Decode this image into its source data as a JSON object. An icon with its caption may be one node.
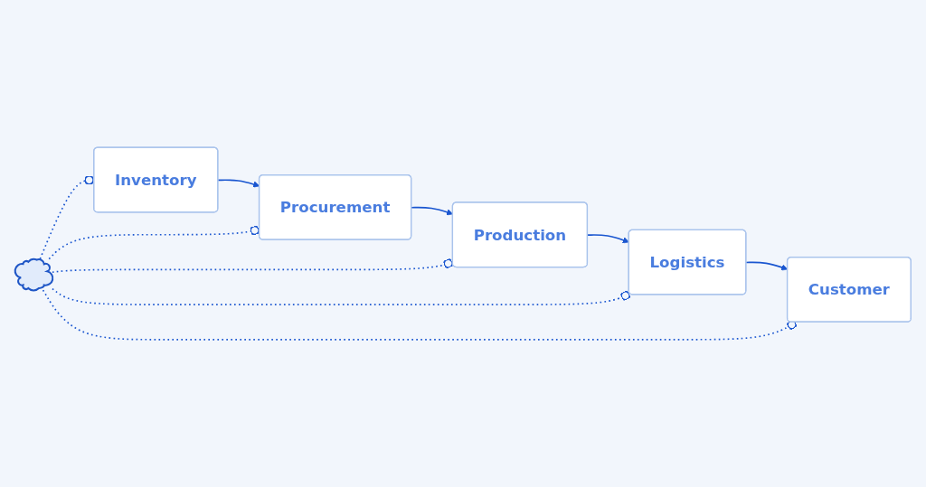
{
  "diagram": {
    "nodes": [
      {
        "text": [],
        "shape": "cloud"
      },
      {
        "text": [
          "Inventory"
        ]
      },
      {
        "text": [
          "Procurement"
        ]
      },
      {
        "text": [
          "Production"
        ]
      },
      {
        "text": [
          "Logistics"
        ]
      },
      {
        "text": [
          "Customer"
        ]
      }
    ],
    "edges": [
      {
        "from": 1,
        "to": 2,
        "arrow": "to"
      },
      {
        "from": 2,
        "to": 3,
        "arrow": "to"
      },
      {
        "from": 3,
        "to": 4,
        "arrow": "to"
      },
      {
        "from": 4,
        "to": 5,
        "arrow": "to"
      },
      {
        "from": 0,
        "to": 1,
        "arrow": "other",
        "style": "dashed"
      },
      {
        "from": 0,
        "to": 2,
        "arrow": "other",
        "style": "dashed"
      },
      {
        "from": 0,
        "to": 3,
        "arrow": "other",
        "style": "dashed"
      },
      {
        "from": 0,
        "to": 4,
        "arrow": "other",
        "style": "dashed"
      },
      {
        "from": 0,
        "to": 5,
        "arrow": "other",
        "style": "dashed"
      }
    ]
  }
}
